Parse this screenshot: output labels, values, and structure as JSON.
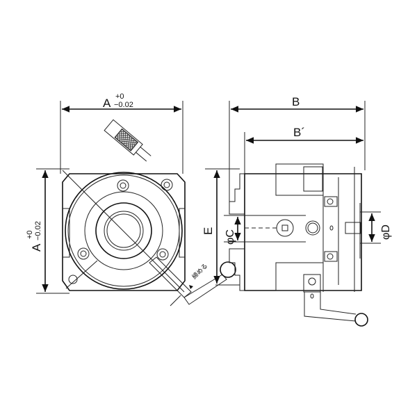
{
  "dimensions": {
    "top_width": {
      "label": "A",
      "tol_upper": "+0",
      "tol_lower": "−0.02"
    },
    "left_height": {
      "label": "A",
      "tol_upper": "+0",
      "tol_lower": "−0.02"
    },
    "overall_length": {
      "label": "B"
    },
    "body_length": {
      "label": "B´"
    },
    "height_e": {
      "label": "E"
    },
    "bore_c": {
      "label": "φC"
    },
    "spigot_d": {
      "label": "φD"
    }
  },
  "annotations": {
    "tighten": "締める"
  },
  "colors": {
    "line": "#222222",
    "background": "#ffffff"
  }
}
